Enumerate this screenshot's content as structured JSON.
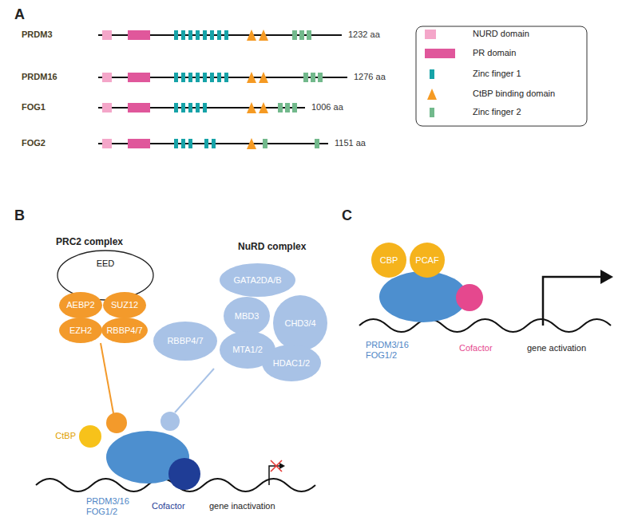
{
  "diagram": {
    "nodes": [
      {
        "text": [
          "EED"
        ]
      },
      {
        "text": [
          "AEBP2"
        ]
      },
      {
        "text": [
          "SUZ12"
        ]
      },
      {
        "text": [
          "EZH2"
        ]
      },
      {
        "text": [
          "RBBP4/7"
        ]
      },
      {
        "text": [
          "GATA2DA/B"
        ]
      },
      {
        "text": [
          "MBD3"
        ]
      },
      {
        "text": [
          "CHD3/4"
        ]
      },
      {
        "text": [
          "RBBP4/7"
        ]
      },
      {
        "text": [
          "MTA1/2"
        ]
      },
      {
        "text": [
          "HDAC1/2"
        ]
      },
      {
        "text": [
          "CBP"
        ]
      },
      {
        "text": [
          "PCAF"
        ]
      },
      {
        "text": [
          "CtBP"
        ]
      },
      {
        "text": [
          "PRDM3/16 FOG1/2"
        ]
      },
      {
        "text": [
          "Cofactor"
        ]
      },
      {
        "text": [
          "PRDM3/16 FOG1/2"
        ]
      },
      {
        "text": [
          "Cofactor"
        ]
      }
    ],
    "labels": [
      "A",
      "PRDM3",
      "1232 aa",
      "PRDM16",
      "1276 aa",
      "FOG1",
      "1006 aa",
      "FOG2",
      "1151 aa",
      "B",
      "PRC2 complex",
      "NuRD complex",
      "gene inactivation",
      "C",
      "gene activation"
    ],
    "legend": [
      {
        "text": "NURD domain",
        "color": "#f4a6c9"
      },
      {
        "text": "PR domain",
        "color": "#e0579b"
      },
      {
        "text": "Zinc finger 1",
        "color": "#16a3a8"
      },
      {
        "text": "CtBP binding domain"
      },
      {
        "text": "Zinc finger 2",
        "color": "#72b98c"
      }
    ]
  }
}
